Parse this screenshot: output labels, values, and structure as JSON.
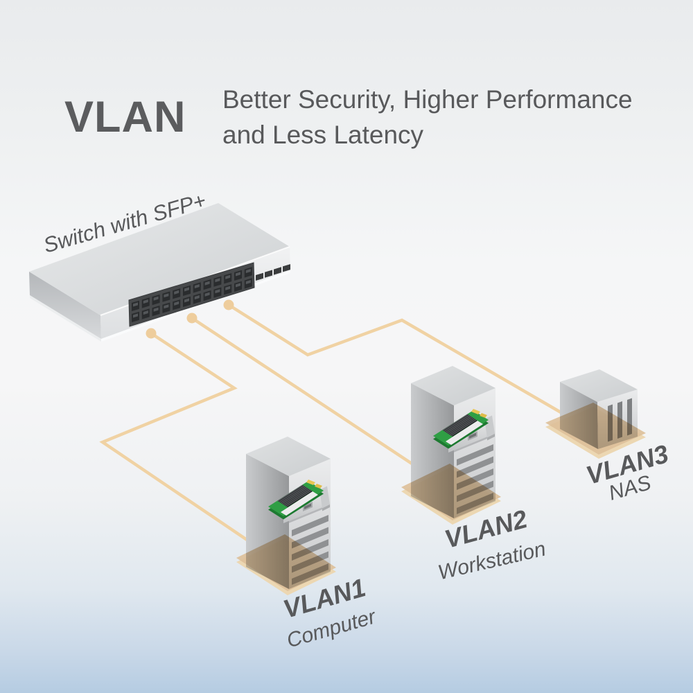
{
  "title": "VLAN",
  "subtitle": {
    "line1": "Better Security, Higher Performance",
    "line2": "and Less Latency"
  },
  "network_switch": {
    "label": "Switch with SFP+",
    "rj45_ports": 24,
    "sfp_ports": 4
  },
  "devices": [
    {
      "vlan": "VLAN1",
      "name": "Computer"
    },
    {
      "vlan": "VLAN2",
      "name": "Workstation"
    },
    {
      "vlan": "VLAN3",
      "name": "NAS"
    }
  ],
  "colors": {
    "text": "#58595b",
    "cable": "#f0d2a3",
    "cable_dot": "#eecd9c",
    "floor_tint": "#ddc09a",
    "floor_rim": "#ecd7b2",
    "nic_green": "#2f9e44",
    "background_bottom": "#b5cce2"
  }
}
